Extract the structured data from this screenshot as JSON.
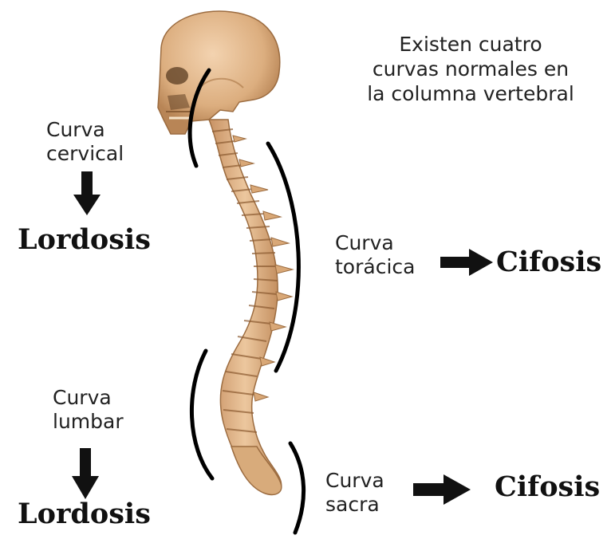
{
  "heading": {
    "line1": "Existen cuatro",
    "line2": "curvas normales en",
    "line3": "la columna vertebral"
  },
  "cervical": {
    "line1": "Curva",
    "line2": "cervical",
    "result": "Lordosis"
  },
  "toracica": {
    "line1": "Curva",
    "line2": "torácica",
    "result": "Cifosis"
  },
  "lumbar": {
    "line1": "Curva",
    "line2": "lumbar",
    "result": "Lordosis"
  },
  "sacra": {
    "line1": "Curva",
    "line2": "sacra",
    "result": "Cifosis"
  },
  "colors": {
    "bone": "#e3b98c",
    "bone_dark": "#b98857",
    "text": "#111111",
    "arrow": "#111111"
  }
}
